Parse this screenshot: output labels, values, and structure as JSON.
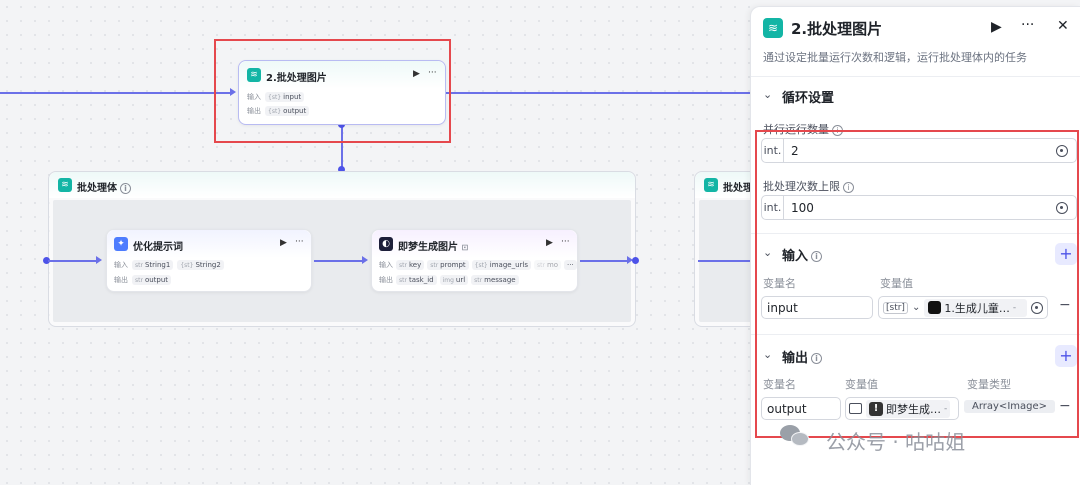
{
  "canvas": {
    "main_node": {
      "title": "2.批处理图片",
      "play": "▶",
      "more": "···",
      "input_label": "输入",
      "input_type": "{st}",
      "input_name": "input",
      "output_label": "输出",
      "output_type": "{st}",
      "output_name": "output"
    },
    "group": {
      "title": "批处理体",
      "info": "i"
    },
    "group2": {
      "title": "批处理"
    },
    "node_optimize": {
      "title": "优化提示词",
      "play": "▶",
      "more": "···",
      "input_label": "输入",
      "inputs": [
        {
          "type": "str",
          "name": "String1"
        },
        {
          "type": "{st}",
          "name": "String2"
        }
      ],
      "output_label": "输出",
      "outputs": [
        {
          "type": "str",
          "name": "output"
        }
      ]
    },
    "node_jimeng": {
      "title": "即梦生成图片",
      "play": "▶",
      "more": "···",
      "input_label": "输入",
      "inputs": [
        {
          "type": "str",
          "name": "key"
        },
        {
          "type": "str",
          "name": "prompt"
        },
        {
          "type": "{st}",
          "name": "image_urls"
        },
        {
          "type": "str",
          "name": "mo"
        }
      ],
      "input_more": "···",
      "output_label": "输出",
      "outputs": [
        {
          "type": "str",
          "name": "task_id"
        },
        {
          "type": "img",
          "name": "url"
        },
        {
          "type": "str",
          "name": "message"
        }
      ]
    }
  },
  "panel": {
    "title": "2.批处理图片",
    "play": "▶",
    "more": "···",
    "close": "✕",
    "description": "通过设定批量运行次数和逻辑，运行批处理体内的任务",
    "loop_section": "循环设置",
    "parallel_label": "并行运行数量",
    "parallel_type": "int.",
    "parallel_value": "2",
    "max_label": "批处理次数上限",
    "max_type": "int.",
    "max_value": "100",
    "input_section": "输入",
    "input_var_name_col": "变量名",
    "input_var_value_col": "变量值",
    "input_name": "input",
    "input_value_type": "[str]",
    "input_ref": "1.生成儿童…",
    "input_ref_dash": "-",
    "output_section": "输出",
    "output_var_name_col": "变量名",
    "output_var_value_col": "变量值",
    "output_var_type_col": "变量类型",
    "output_name": "output",
    "output_ref": "即梦生成…",
    "output_ref_dash": "-",
    "output_type": "Array<Image>",
    "add": "+",
    "remove": "−"
  },
  "watermark": "公众号 · 咕咕姐",
  "colors": {
    "accent": "#4d53e8",
    "teal": "#13b5a5",
    "highlight": "#e5484d"
  }
}
